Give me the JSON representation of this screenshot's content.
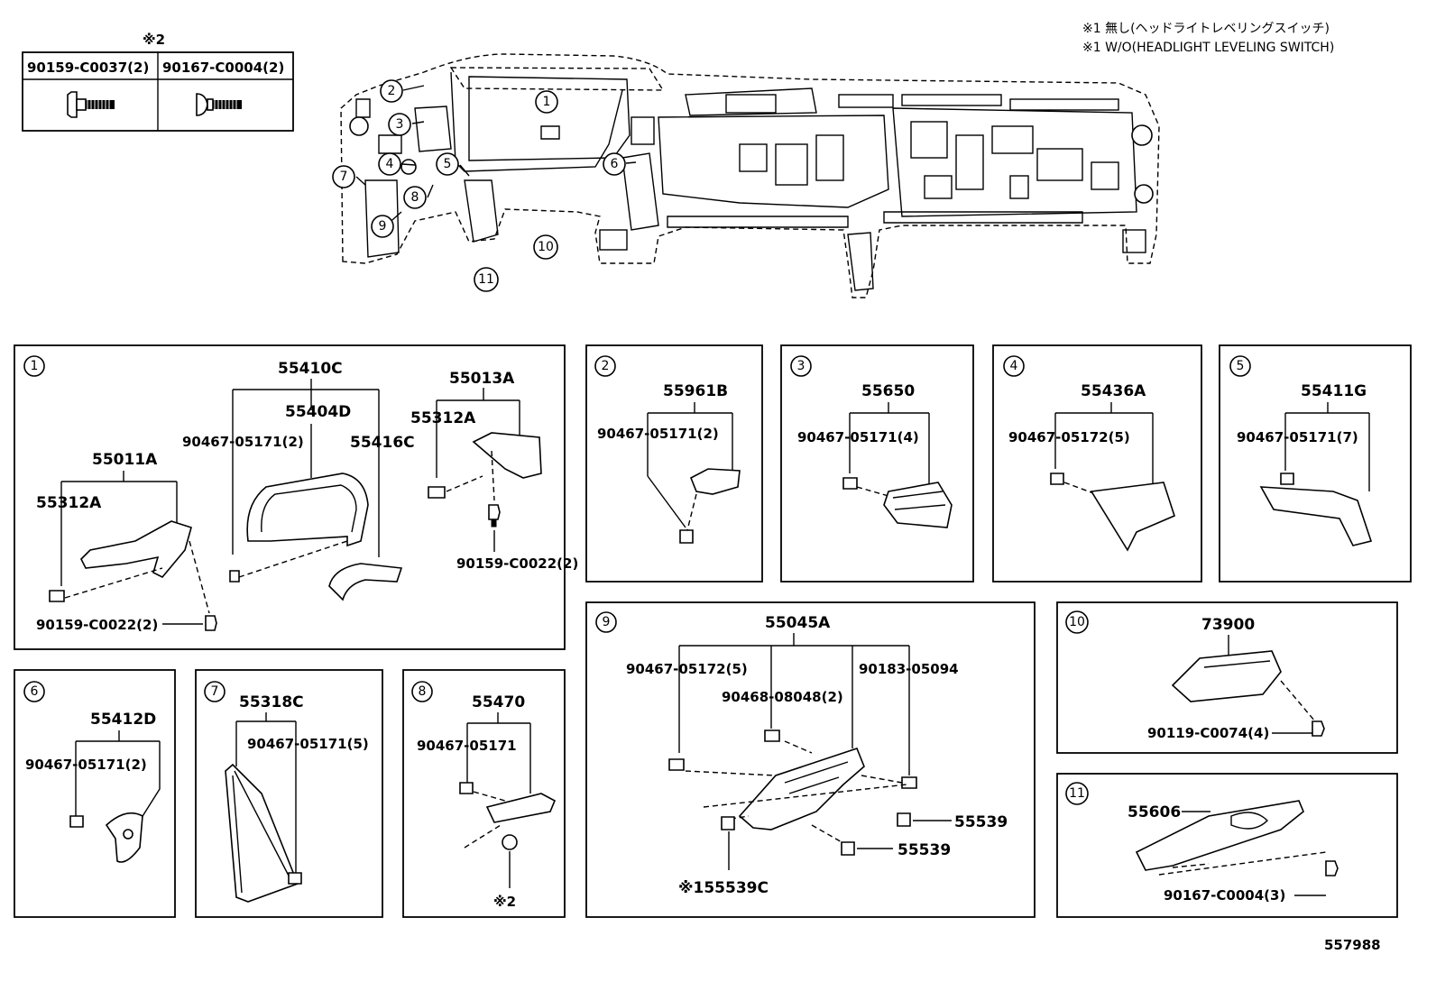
{
  "diagram_id": "557988",
  "notes": {
    "note1_ja": "※1 無し(ヘッドライトレベリングスイッチ)",
    "note1_en": "※1 W/O(HEADLIGHT LEVELING SWITCH)"
  },
  "fastener_table": {
    "mark": "※2",
    "col1": "90159-C0037(2)",
    "col2": "90167-C0004(2)"
  },
  "overview_callouts": [
    "1",
    "2",
    "3",
    "4",
    "5",
    "6",
    "7",
    "8",
    "9",
    "10",
    "11"
  ],
  "panels": {
    "p1": {
      "num": "1",
      "labels": {
        "a": "55410C",
        "b": "55404D",
        "c": "55013A",
        "d": "55312A",
        "e": "90467-05171(2)",
        "f": "55416C",
        "g": "55011A",
        "h": "55312A",
        "i": "90159-C0022(2)",
        "j": "90159-C0022(2)"
      }
    },
    "p2": {
      "num": "2",
      "labels": {
        "a": "55961B",
        "b": "90467-05171(2)"
      }
    },
    "p3": {
      "num": "3",
      "labels": {
        "a": "55650",
        "b": "90467-05171(4)"
      }
    },
    "p4": {
      "num": "4",
      "labels": {
        "a": "55436A",
        "b": "90467-05172(5)"
      }
    },
    "p5": {
      "num": "5",
      "labels": {
        "a": "55411G",
        "b": "90467-05171(7)"
      }
    },
    "p6": {
      "num": "6",
      "labels": {
        "a": "55412D",
        "b": "90467-05171(2)"
      }
    },
    "p7": {
      "num": "7",
      "labels": {
        "a": "55318C",
        "b": "90467-05171(5)"
      }
    },
    "p8": {
      "num": "8",
      "labels": {
        "a": "55470",
        "b": "90467-05171",
        "c": "※2"
      }
    },
    "p9": {
      "num": "9",
      "labels": {
        "a": "55045A",
        "b": "90467-05172(5)",
        "c": "90183-05094",
        "d": "90468-08048(2)",
        "e": "55539",
        "f": "55539",
        "g": "※155539C"
      }
    },
    "p10": {
      "num": "10",
      "labels": {
        "a": "73900",
        "b": "90119-C0074(4)"
      }
    },
    "p11": {
      "num": "11",
      "labels": {
        "a": "55606",
        "b": "90167-C0004(3)"
      }
    }
  }
}
